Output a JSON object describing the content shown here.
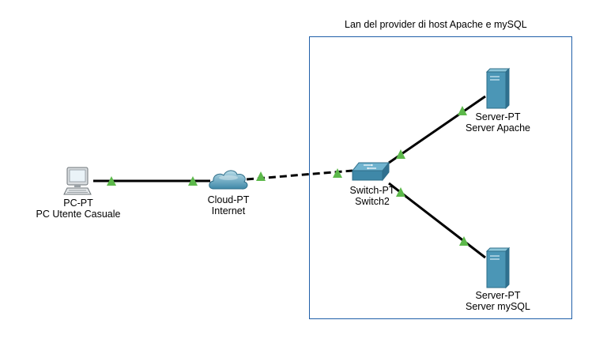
{
  "cluster": {
    "title": "Lan del provider di host Apache e mySQL"
  },
  "nodes": {
    "pc": {
      "type": "PC-PT",
      "name": "PC Utente Casuale"
    },
    "cloud": {
      "type": "Cloud-PT",
      "name": "Internet"
    },
    "switch": {
      "type": "Switch-PT",
      "name": "Switch2"
    },
    "server_apache": {
      "type": "Server-PT",
      "name": "Server Apache"
    },
    "server_mysql": {
      "type": "Server-PT",
      "name": "Server mySQL"
    }
  },
  "link_status_color": "#5cb84a",
  "icons": [
    "pc-icon",
    "cloud-icon",
    "switch-icon",
    "server-icon"
  ]
}
